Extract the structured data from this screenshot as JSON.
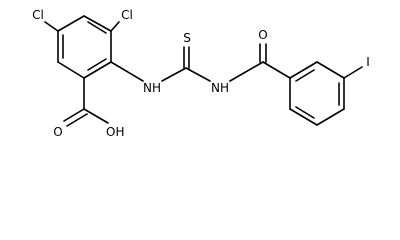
{
  "structure": {
    "atoms": {
      "cl_left": "Cl",
      "cl_right": "Cl",
      "nh_left": "NH",
      "thione_s": "S",
      "nh_right": "NH",
      "amide_o": "O",
      "iodine": "I",
      "acid_o": "O",
      "acid_oh": "OH"
    },
    "colors": {
      "bond": "#000000",
      "label": "#000000",
      "background": "#ffffff"
    }
  }
}
